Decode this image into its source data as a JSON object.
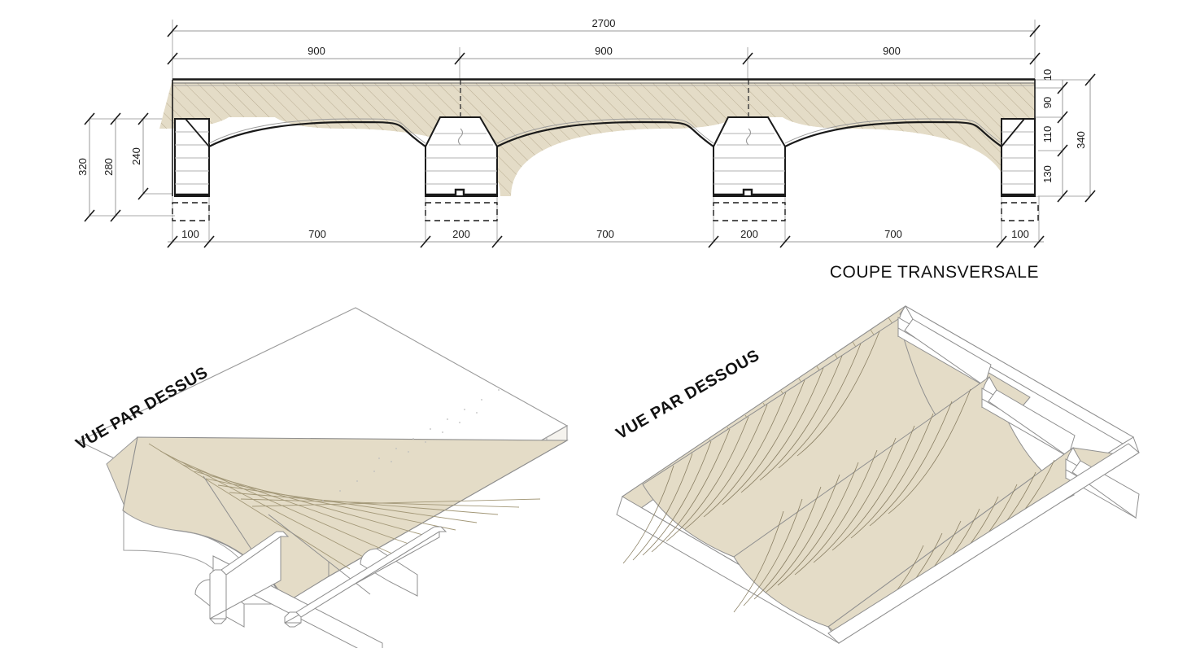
{
  "drawing": {
    "sheet_width": 1459,
    "sheet_height": 796,
    "colors": {
      "stone_fill": "#e4dcc7",
      "stone_fill_light": "#ece6d8",
      "hatch_line": "#b9ad93",
      "outline_heavy": "#1a1a1a",
      "outline_light": "#8c8c8c",
      "dim_line": "#9a9a9a",
      "background": "#ffffff"
    }
  },
  "section_view": {
    "title": "COUPE TRANSVERSALE",
    "total_span_label": "2700",
    "bay_labels": [
      "900",
      "900",
      "900"
    ],
    "base_labels": [
      "100",
      "700",
      "200",
      "700",
      "200",
      "700",
      "100"
    ],
    "left_vertical_labels": [
      "320",
      "280",
      "240"
    ],
    "right_vertical_labels": [
      "10",
      "90",
      "110",
      "130"
    ],
    "right_overall_label": "340"
  },
  "axonometric_views": [
    {
      "label": "VUE PAR DESSUS",
      "name": "top-view"
    },
    {
      "label": "VUE PAR DESSOUS",
      "name": "bottom-view"
    }
  ]
}
